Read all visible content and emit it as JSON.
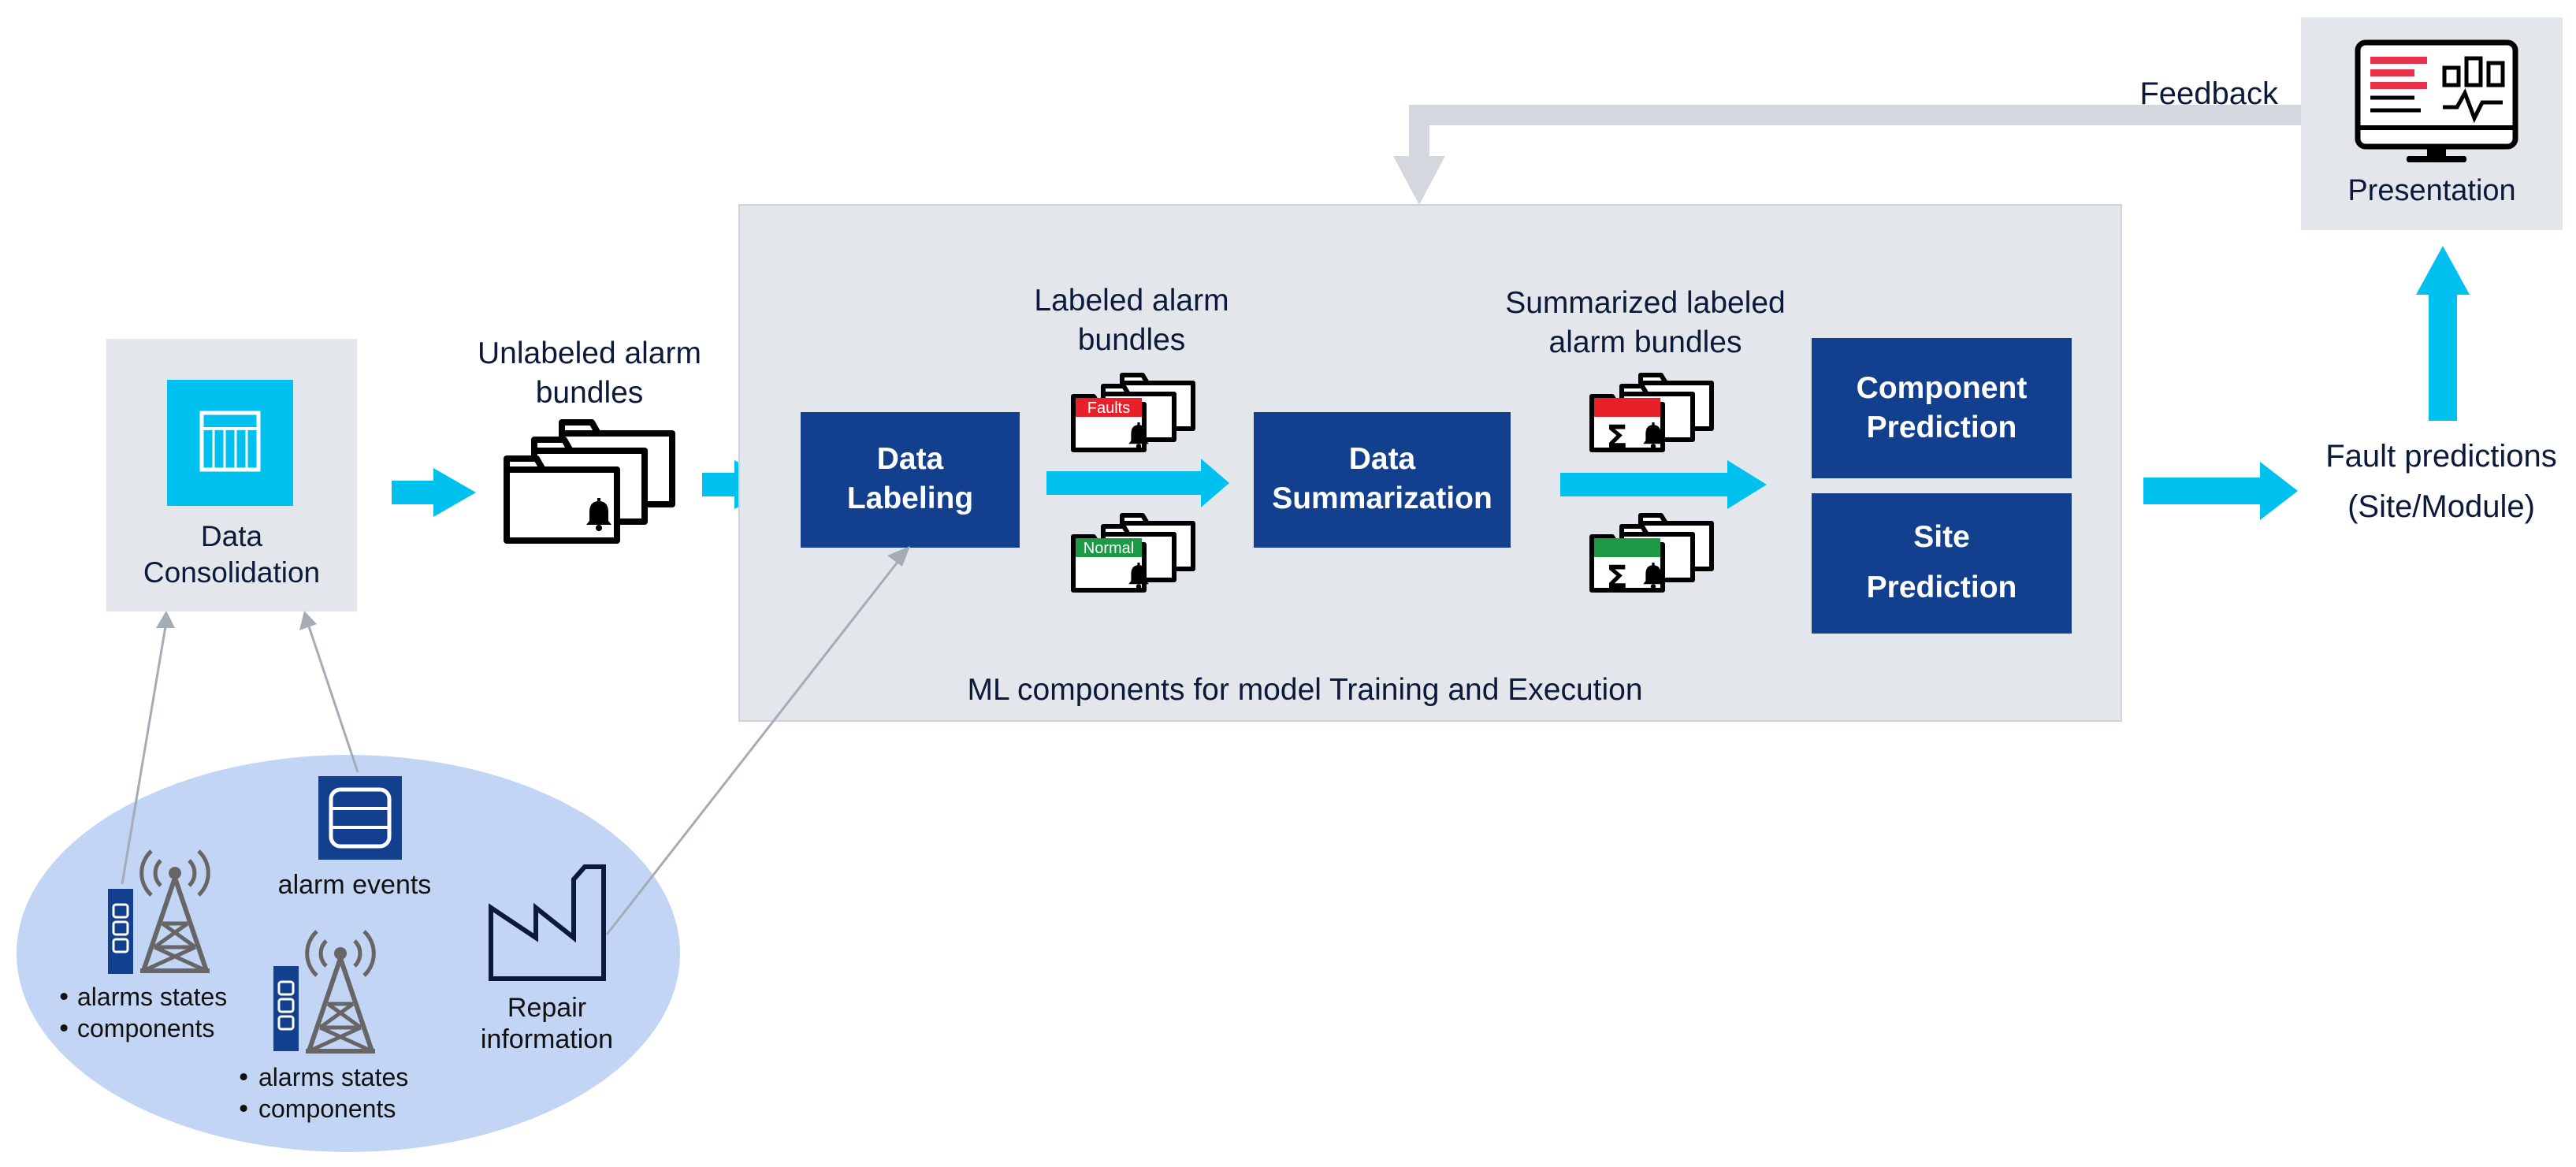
{
  "colors": {
    "arrow": "#00c0f0",
    "dark_box": "#123f8e",
    "panel": "#e3e6ea",
    "ellipse": "#c3d5f4",
    "faults_tag": "#e8202a",
    "normal_tag": "#1e9a46",
    "tower_gray": "#666666"
  },
  "consolidation": {
    "label_line1": "Data",
    "label_line2": "Consolidation",
    "icon": "database-grid-icon"
  },
  "unlabeled": {
    "label_line1": "Unlabeled alarm",
    "label_line2": "bundles",
    "icon": "alarm-folder-stack-icon"
  },
  "ml_panel": {
    "caption": "ML components for  model Training and Execution"
  },
  "labeling": {
    "line1": "Data",
    "line2": "Labeling"
  },
  "labeled": {
    "label_line1": "Labeled alarm",
    "label_line2": "bundles",
    "faults_tag": "Faults",
    "normal_tag": "Normal"
  },
  "summarization": {
    "line1": "Data",
    "line2": "Summarization"
  },
  "summarized": {
    "label_line1": "Summarized labeled",
    "label_line2": "alarm  bundles",
    "sigma": "Σ"
  },
  "component_prediction": {
    "line1": "Component",
    "line2": "Prediction"
  },
  "site_prediction": {
    "line1": "Site",
    "line2": "Prediction"
  },
  "fault_predictions": {
    "line1": "Fault predictions",
    "line2": "(Site/Module)"
  },
  "presentation": {
    "label": "Presentation",
    "icon": "dashboard-monitor-icon"
  },
  "feedback": {
    "label": "Feedback"
  },
  "sources": {
    "alarm_events": "alarm events",
    "repair_line1": "Repair",
    "repair_line2": "information",
    "site1": [
      "alarms states",
      "components"
    ],
    "site2": [
      "alarms states",
      "components"
    ],
    "bullet": "•"
  }
}
